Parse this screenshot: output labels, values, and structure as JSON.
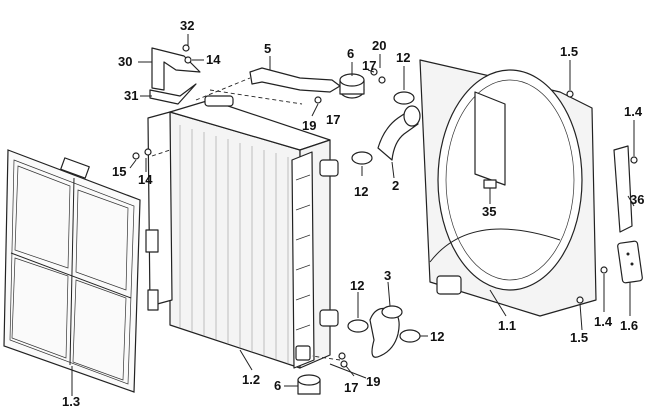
{
  "labels": {
    "l32": "32",
    "l14a": "14",
    "l30": "30",
    "l31": "31",
    "l5": "5",
    "l6a": "6",
    "l20": "20",
    "l17a": "17",
    "l12a": "12",
    "l19a": "19",
    "l17b": "17",
    "l15": "15",
    "l14b": "14",
    "l12b": "12",
    "l2": "2",
    "l35": "35",
    "l1_5a": "1.5",
    "l1_4a": "1.4",
    "l36": "36",
    "l3": "3",
    "l12c": "12",
    "l12d": "12",
    "l1_1": "1.1",
    "l1_4b": "1.4",
    "l1_5b": "1.5",
    "l1_6": "1.6",
    "l1_2": "1.2",
    "l6b": "6",
    "l17c": "17",
    "l19b": "19",
    "l1_3": "1.3"
  }
}
